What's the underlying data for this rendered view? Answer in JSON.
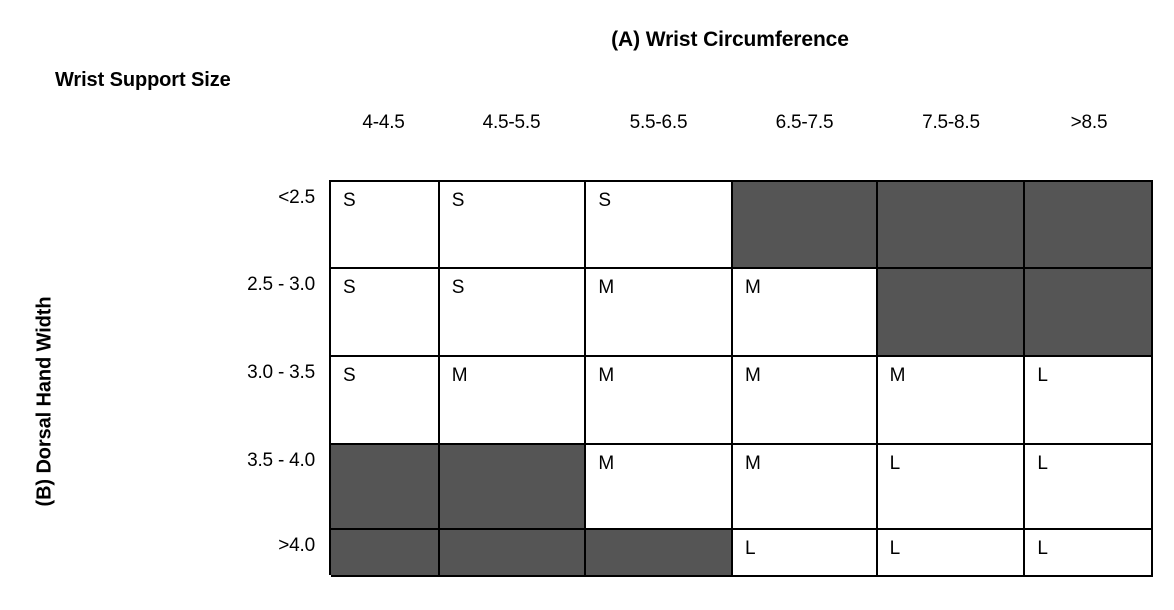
{
  "chart_data": {
    "type": "heatmap",
    "title": "(A) Wrist Circumference",
    "legend_title": "Wrist Support Size",
    "xlabel": "(A) Wrist Circumference",
    "ylabel": "(B) Dorsal Hand Width",
    "x_categories": [
      "4-4.5",
      "4.5-5.5",
      "5.5-6.5",
      "6.5-7.5",
      "7.5-8.5",
      ">8.5"
    ],
    "y_categories": [
      "<2.5",
      "2.5 - 3.0",
      "3.0 - 3.5",
      "3.5 - 4.0",
      ">4.0"
    ],
    "grid": true,
    "legend_position": "top-left",
    "values": [
      [
        "S",
        "S",
        "S",
        "",
        "",
        ""
      ],
      [
        "S",
        "S",
        "M",
        "M",
        "",
        ""
      ],
      [
        "S",
        "M",
        "M",
        "M",
        "M",
        "L"
      ],
      [
        "",
        "",
        "M",
        "M",
        "L",
        "L"
      ],
      [
        "",
        "",
        "",
        "L",
        "L",
        "L"
      ]
    ],
    "blank_fill_color": "#555555",
    "cell_fill_color": "#FFFFFF",
    "border_color": "#000000",
    "text_color": "#000000"
  },
  "titles": {
    "chart_title": "(A) Wrist Circumference",
    "legend_title": "Wrist Support Size",
    "y_axis_title": "(B) Dorsal Hand Width"
  },
  "columns": [
    {
      "label": "4-4.5"
    },
    {
      "label": "4.5-5.5"
    },
    {
      "label": "5.5-6.5"
    },
    {
      "label": "6.5-7.5"
    },
    {
      "label": "7.5-8.5"
    },
    {
      "label": ">8.5"
    }
  ],
  "rows": [
    {
      "label": "<2.5",
      "cells": [
        "S",
        "S",
        "S",
        "",
        "",
        ""
      ]
    },
    {
      "label": "2.5 - 3.0",
      "cells": [
        "S",
        "S",
        "M",
        "M",
        "",
        ""
      ]
    },
    {
      "label": "3.0 - 3.5",
      "cells": [
        "S",
        "M",
        "M",
        "M",
        "M",
        "L"
      ]
    },
    {
      "label": "3.5 - 4.0",
      "cells": [
        "",
        "",
        "M",
        "M",
        "L",
        "L"
      ]
    },
    {
      "label": ">4.0",
      "cells": [
        "",
        "",
        "",
        "L",
        "L",
        "L"
      ]
    }
  ]
}
